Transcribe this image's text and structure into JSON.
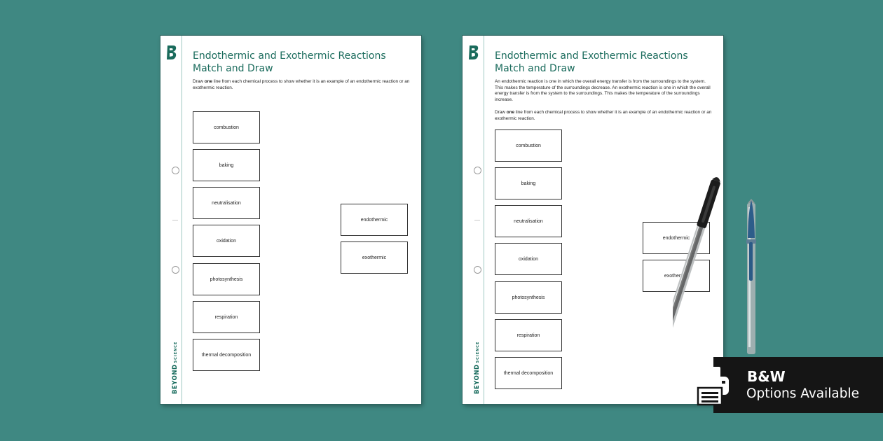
{
  "worksheet": {
    "title_line1": "Endothermic and Exothermic Reactions",
    "title_line2": "Match and Draw",
    "instruction_prefix": "Draw ",
    "instruction_bold": "one",
    "instruction_suffix": " line from each chemical process to show whether it is an example of an endothermic reaction or an exothermic reaction.",
    "intro": "An endothermic reaction is one in which the overall energy transfer is from the surroundings to the system. This makes the temperature of the surroundings decrease. An exothermic reaction is one in which the overall energy transfer is from the system to the surroundings. This makes the temperature of the surroundings increase.",
    "processes": [
      "combustion",
      "baking",
      "neutralisation",
      "oxidation",
      "photosynthesis",
      "respiration",
      "thermal decomposition"
    ],
    "reaction_types": [
      "endothermic",
      "exothermic"
    ],
    "brand_name": "BEYOND",
    "brand_sub": "SCIENCE"
  },
  "badge": {
    "title": "B&W",
    "subtitle": "Options Available"
  },
  "colors": {
    "background": "#3f8882",
    "brand_green": "#1a6b5c",
    "badge_bg": "#151515"
  }
}
